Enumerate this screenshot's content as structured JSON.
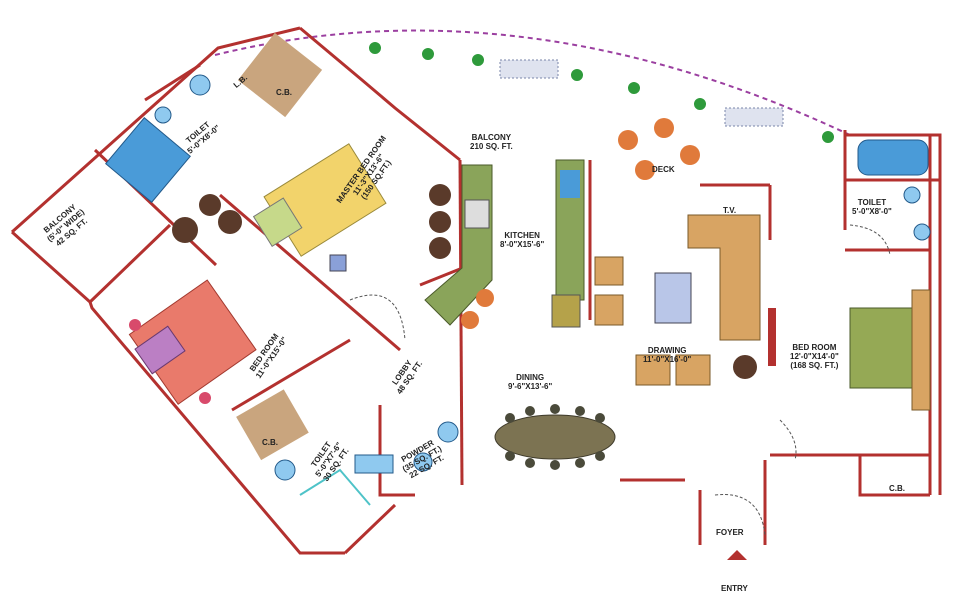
{
  "rooms": {
    "balcony_top": {
      "name": "BALCONY",
      "size": "210 SQ. FT."
    },
    "balcony_left": {
      "name": "BALCONY",
      "dim": "(5'-0\" WIDE)",
      "size": "42 SQ. FT."
    },
    "toilet_top": {
      "name": "TOILET",
      "dim": "5'-0\"X8'-0\""
    },
    "master_bedroom": {
      "name": "MASTER BED ROOM",
      "dim": "11'-3\"X13'-6\"",
      "size": "(150 SQ.FT.)"
    },
    "bedroom_left": {
      "name": "BED ROOM",
      "dim": "11'-0\"X15'-0\""
    },
    "toilet_bottom": {
      "name": "TOILET",
      "dim": "5'-0\"X7'-6\"",
      "size": "30 SQ. FT."
    },
    "powder": {
      "name": "POWDER",
      "dim": "(35 SQ. FT.)",
      "size": "22 SQ. FT."
    },
    "lobby": {
      "name": "LOBBY",
      "size": "48 SQ. FT."
    },
    "kitchen": {
      "name": "KITCHEN",
      "dim": "8'-0\"X15'-6\""
    },
    "dining": {
      "name": "DINING",
      "dim": "9'-6\"X13'-6\""
    },
    "drawing": {
      "name": "DRAWING",
      "dim": "11'-0\"X16'-0\""
    },
    "deck": {
      "name": "DECK"
    },
    "bedroom_right": {
      "name": "BED ROOM",
      "dim": "12'-0\"X14'-0\"",
      "size": "(168 SQ. FT.)"
    },
    "toilet_right": {
      "name": "TOILET",
      "dim": "5'-0\"X8'-0\""
    },
    "foyer": {
      "name": "FOYER"
    },
    "entry": {
      "name": "ENTRY"
    },
    "tv": {
      "name": "T.V."
    },
    "cb_1": {
      "name": "C.B."
    },
    "cb_2": {
      "name": "C.B."
    },
    "cb_3": {
      "name": "C.B."
    },
    "lift": {
      "name": "L.B."
    }
  },
  "colors": {
    "wall": "#b3312f",
    "wall_fill": "#ffffff",
    "floor": "#ffffff",
    "bed_master": "#f2d36b",
    "bed_left": "#e97a6b",
    "bed_right": "#95a955",
    "kitchen_counter": "#8aa45a",
    "sofa": "#d8a463",
    "table": "#7c7352",
    "bath": "#4a9bd8",
    "plant": "#2e9a3b",
    "hedge": "#9aa6c6",
    "cupboard": "#c9a57e",
    "boundary": "#9b3fa0"
  }
}
